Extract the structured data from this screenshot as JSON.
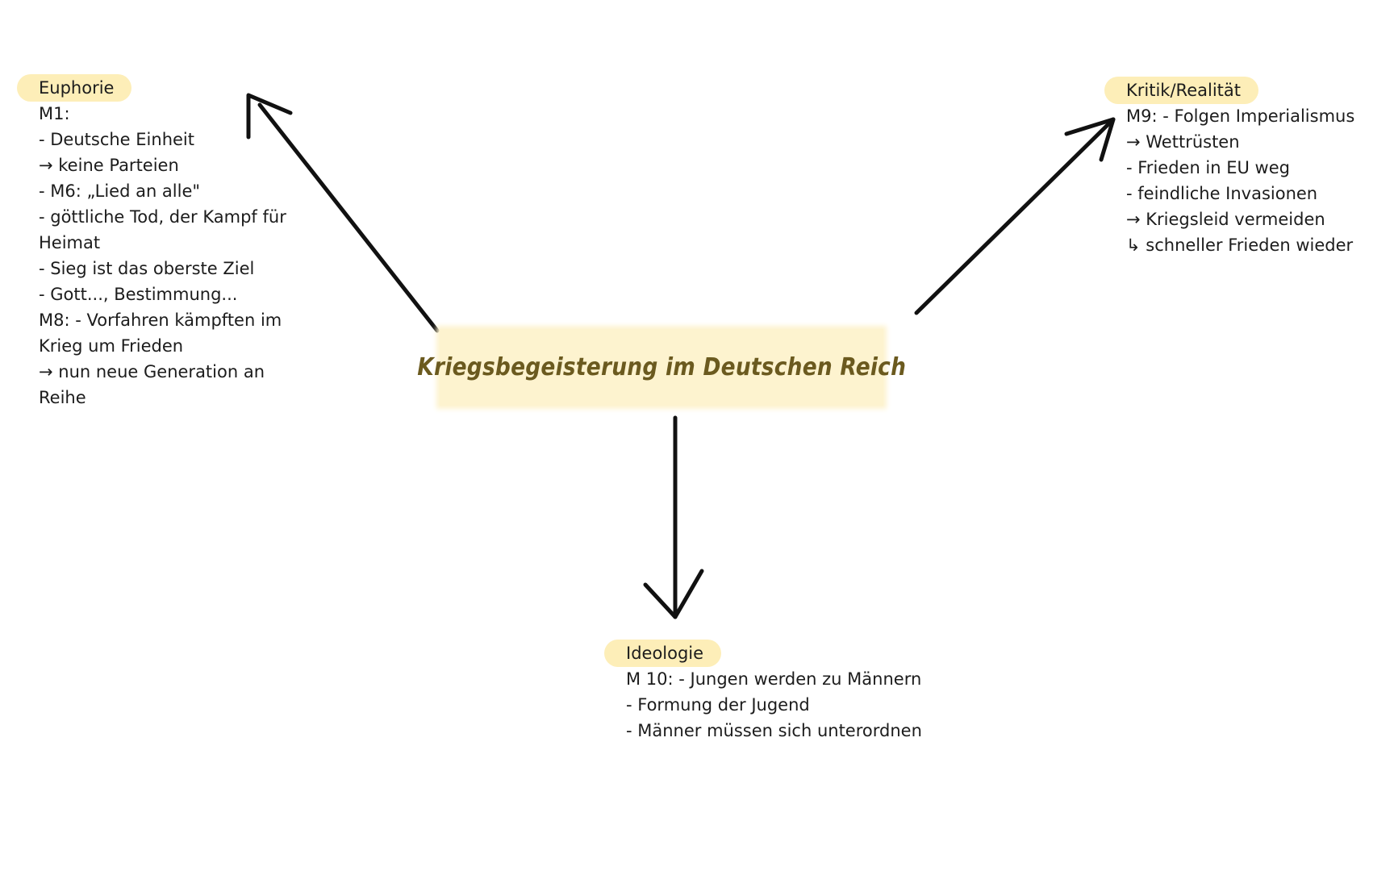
{
  "center": {
    "title": "Kriegsbegeisterung im Deutschen Reich",
    "highlight_color": "#fdf3cf",
    "title_color": "#6b5a1f"
  },
  "nodes": {
    "euphorie": {
      "heading": "Euphorie",
      "lines": [
        "M1:",
        "- Deutsche Einheit",
        "→ keine Parteien",
        "- M6: „Lied an alle\"",
        "- göttliche Tod, der Kampf für",
        "Heimat",
        "- Sieg ist das oberste Ziel",
        "- Gott..., Bestimmung...",
        "M8: - Vorfahren kämpften im",
        "Krieg um Frieden",
        "→ nun neue Generation an",
        "Reihe"
      ]
    },
    "kritik": {
      "heading": "Kritik/Realität",
      "lines": [
        "M9: - Folgen Imperialismus",
        "→ Wettrüsten",
        "- Frieden in EU weg",
        "- feindliche Invasionen",
        "→ Kriegsleid vermeiden",
        "↳ schneller Frieden wieder"
      ]
    },
    "ideologie": {
      "heading": "Ideologie",
      "lines": [
        "M 10: - Jungen werden zu Männern",
        "- Formung der Jugend",
        "- Männer müssen sich unterordnen"
      ]
    }
  },
  "colors": {
    "heading_highlight": "#fdeeb8",
    "arrow": "#111111",
    "text": "#1c1c1c"
  }
}
